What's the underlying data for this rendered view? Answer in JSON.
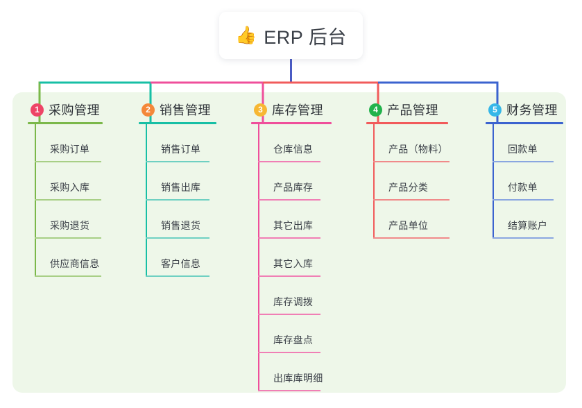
{
  "diagram": {
    "title": "ERP 后台 mindmap",
    "root": {
      "icon": "thumbs-up-icon",
      "emoji": "👍",
      "label": "ERP 后台"
    },
    "panel_color": "#eef7e9",
    "stem_color": "#4a5bc4",
    "branches": [
      {
        "index": "1",
        "label": "采购管理",
        "badge_color": "#ee4466",
        "line_color": "#7bb84a",
        "leaf_line_color": "#a8cf86",
        "children": [
          "采购订单",
          "采购入库",
          "采购退货",
          "供应商信息"
        ]
      },
      {
        "index": "2",
        "label": "销售管理",
        "badge_color": "#f4883a",
        "line_color": "#17bfa5",
        "leaf_line_color": "#6fd0c2",
        "children": [
          "销售订单",
          "销售出库",
          "销售退货",
          "客户信息"
        ]
      },
      {
        "index": "3",
        "label": "库存管理",
        "badge_color": "#f7b733",
        "line_color": "#ef4f9b",
        "leaf_line_color": "#f07fb5",
        "children": [
          "仓库信息",
          "产品库存",
          "其它出库",
          "其它入库",
          "库存调拨",
          "库存盘点",
          "出库库明细"
        ]
      },
      {
        "index": "4",
        "label": "产品管理",
        "badge_color": "#22b24c",
        "line_color": "#f15b5b",
        "leaf_line_color": "#f08a8a",
        "children": [
          "产品（物料）",
          "产品分类",
          "产品单位"
        ]
      },
      {
        "index": "5",
        "label": "财务管理",
        "badge_color": "#36b7e8",
        "line_color": "#3b63cf",
        "leaf_line_color": "#8aa6e0",
        "children": [
          "回款单",
          "付款单",
          "结算账户"
        ]
      }
    ]
  }
}
